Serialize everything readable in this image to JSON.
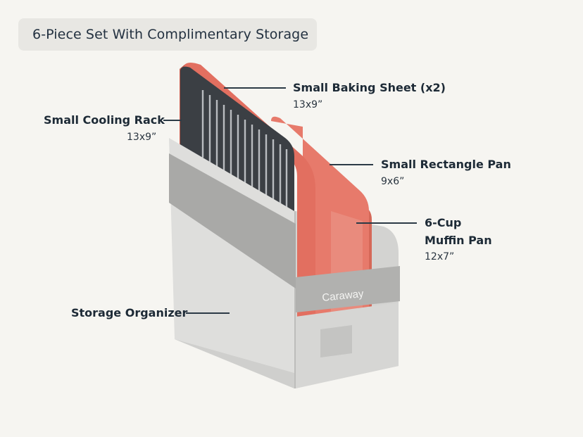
{
  "title": "6-Piece Set With Complimentary Storage",
  "brand": "Caraway",
  "callouts": {
    "baking_sheet": {
      "name": "Small Baking Sheet (x2)",
      "size": "13x9”"
    },
    "cooling_rack": {
      "name": "Small Cooling Rack",
      "size": "13x9”"
    },
    "rectangle_pan": {
      "name": "Small Rectangle Pan",
      "size": "9x6”"
    },
    "muffin_pan": {
      "name_line1": "6-Cup",
      "name_line2": "Muffin Pan",
      "size": "12x7”"
    },
    "organizer": {
      "name": "Storage Organizer"
    }
  },
  "colors": {
    "background": "#f6f5f1",
    "pan_coral": "#e77a6b",
    "organizer_gray": "#d9d9d7",
    "strap_gray": "#a9a9a7",
    "rack_steel": "#3b3f44"
  }
}
